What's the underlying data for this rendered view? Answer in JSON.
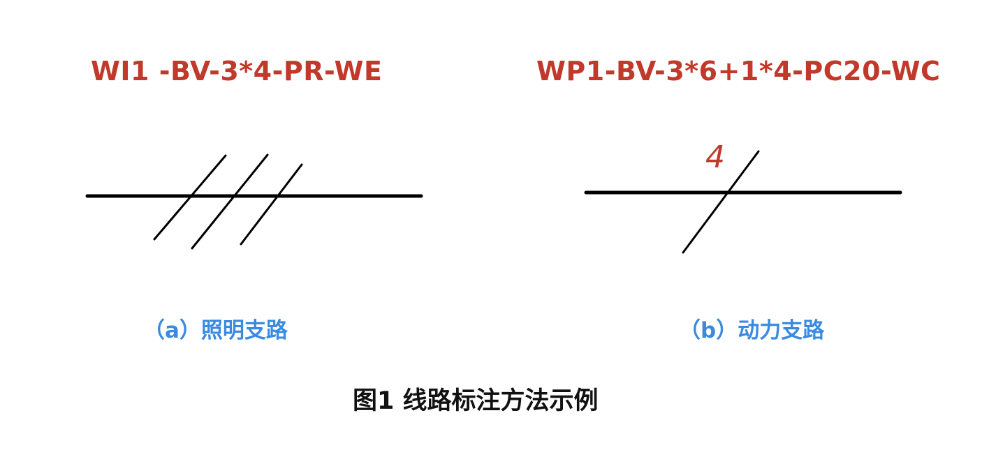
{
  "panel_a": {
    "annotation": "WI1 -BV-3*4-PR-WE",
    "label": "（a）照明支路"
  },
  "panel_b": {
    "annotation": "WP1-BV-3*6+1*4-PC20-WC",
    "hand_mark": "4",
    "label": "（b）动力支路"
  },
  "caption": "图1 线路标注方法示例",
  "colors": {
    "annotation": "#c0392b",
    "label": "#3a8ae0",
    "caption": "#111111",
    "line": "#000000"
  }
}
